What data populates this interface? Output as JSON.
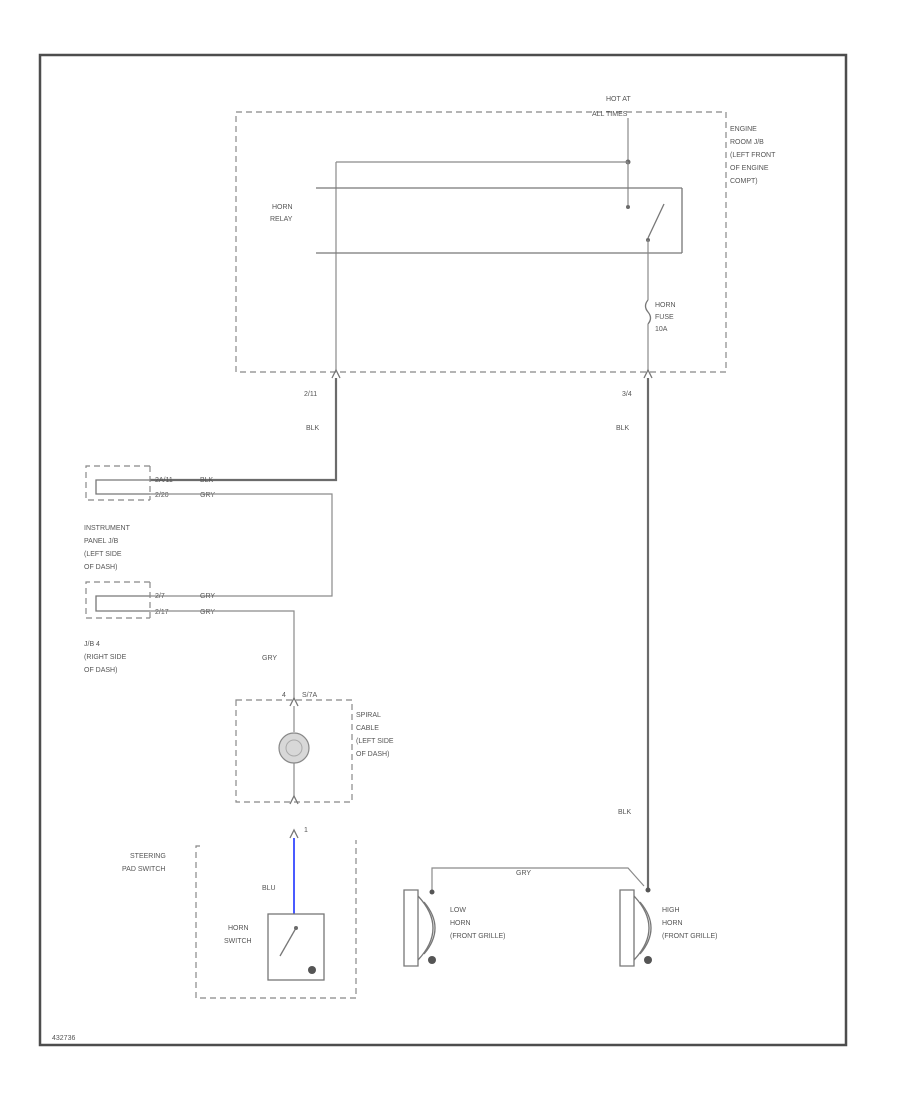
{
  "labels": {
    "hot_at_all_times": [
      "HOT AT",
      "ALL TIMES"
    ],
    "engine_room_jb": [
      "ENGINE",
      "ROOM J/B",
      "(LEFT FRONT",
      "OF ENGINE",
      "COMPT)"
    ],
    "horn_relay": [
      "HORN",
      "RELAY"
    ],
    "horn_fuse": [
      "HORN",
      "FUSE",
      "10A"
    ],
    "conn_left_top": "2/11",
    "conn_right_top": "3/4",
    "wire_blk_left": "BLK",
    "wire_blk_right": "BLK",
    "ip_pin_top": "2A/11",
    "ip_pin_bottom": "2/20",
    "ip_wire_top": "BLK",
    "ip_wire_bottom": "GRY",
    "instrument_panel_jb": [
      "INSTRUMENT",
      "PANEL J/B",
      "(LEFT SIDE",
      "OF DASH)"
    ],
    "jb4_pin_top": "2/7",
    "jb4_pin_bottom": "2/17",
    "jb4_wire_top": "GRY",
    "jb4_wire_bottom": "GRY",
    "jb4": [
      "J/B 4",
      "(RIGHT SIDE",
      "OF DASH)"
    ],
    "wire_gry_mid": "GRY",
    "spiral_top_pins": [
      "4",
      "S/7A"
    ],
    "spiral_cable": [
      "SPIRAL",
      "CABLE",
      "(LEFT SIDE",
      "OF DASH)"
    ],
    "steering_pin": "1",
    "steering_pad_switch": [
      "STEERING",
      "PAD SWITCH"
    ],
    "wire_blu": "BLU",
    "horn_switch": [
      "HORN",
      "SWITCH"
    ],
    "wire_blk_lower": "BLK",
    "wire_gry_horn": "GRY",
    "low_horn": [
      "LOW",
      "HORN",
      "(FRONT GRILLE)"
    ],
    "high_horn": [
      "HIGH",
      "HORN",
      "(FRONT GRILLE)"
    ],
    "diagram_code": "432736"
  },
  "colors": {
    "frame": "#4d4d4d",
    "wire": "#8a8a8a",
    "wire_blue": "#4a5bff",
    "text": "#555555"
  }
}
